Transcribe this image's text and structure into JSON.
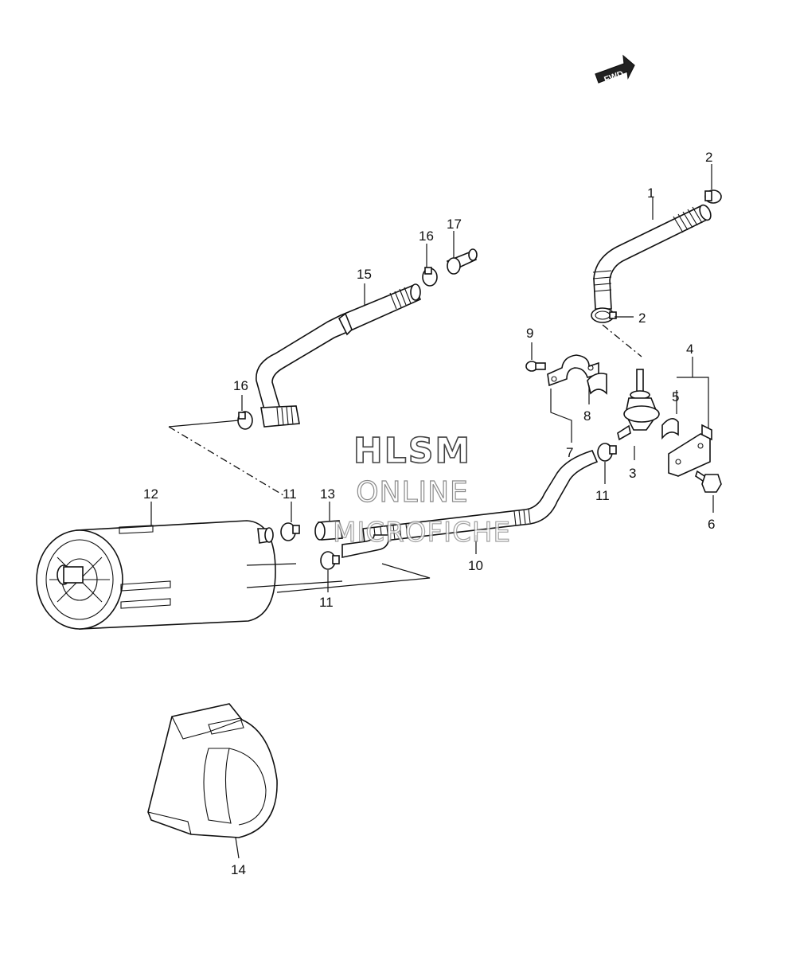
{
  "direction_badge": {
    "label": "FWD"
  },
  "watermark": {
    "line1": "HLSM",
    "line2": "ONLINE",
    "line3": "MICROFICHE"
  },
  "callouts": [
    "1",
    "2",
    "2",
    "3",
    "4",
    "5",
    "6",
    "7",
    "8",
    "9",
    "10",
    "11",
    "11",
    "11",
    "12",
    "13",
    "14",
    "15",
    "16",
    "16",
    "17"
  ]
}
